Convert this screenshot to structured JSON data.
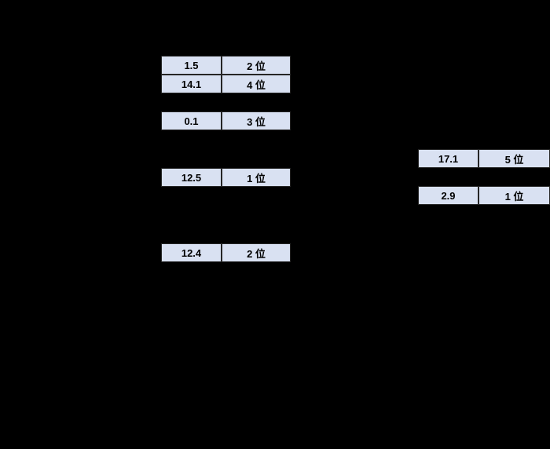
{
  "colors": {
    "canvas_bg": "#000000",
    "cell_bg": "#d9e1f2",
    "cell_border": "#262626",
    "cell_text": "#000000"
  },
  "tables": [
    {
      "id": "top-left-group",
      "rows": [
        {
          "value": "1.5",
          "rank": "2 位"
        },
        {
          "value": "14.1",
          "rank": "4 位"
        }
      ]
    },
    {
      "id": "left-single-1",
      "rows": [
        {
          "value": "0.1",
          "rank": "3 位"
        }
      ]
    },
    {
      "id": "left-single-2",
      "rows": [
        {
          "value": "12.5",
          "rank": "1 位"
        }
      ]
    },
    {
      "id": "left-single-3",
      "rows": [
        {
          "value": "12.4",
          "rank": "2 位"
        }
      ]
    },
    {
      "id": "right-single-1",
      "rows": [
        {
          "value": "17.1",
          "rank": "5 位"
        }
      ]
    },
    {
      "id": "right-single-2",
      "rows": [
        {
          "value": "2.9",
          "rank": "1 位"
        }
      ]
    }
  ]
}
